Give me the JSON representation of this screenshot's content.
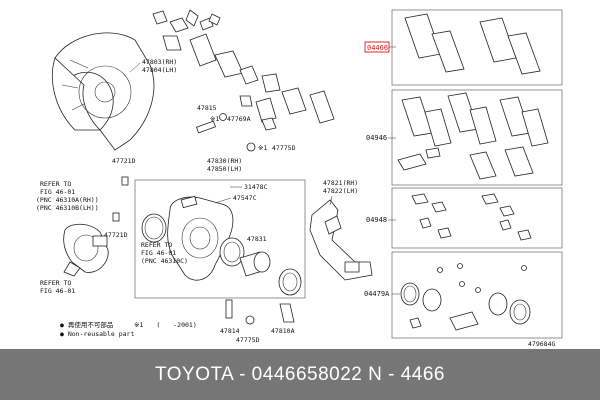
{
  "diagram": {
    "highlight_label": "04466",
    "labels": {
      "shield": "47803(RH)",
      "shield_lh": "47804(LH)",
      "guide_pin": "47815",
      "boot_ref": "※1",
      "boot": "47769A",
      "nut_ref": "※1",
      "bushing": "47775D",
      "bleeder": "47721D",
      "caliper": "47830(RH)",
      "caliper_lh": "47850(LH)",
      "cap": "31478C",
      "clip": "47547C",
      "piston": "47831",
      "mounting": "47821(RH)",
      "mounting_lh": "47822(LH)",
      "bleeder2": "47721D",
      "guide_pin2": "47814",
      "bushing2": "47775D",
      "boot2": "47810A",
      "kit_pads": "04946",
      "kit_hardware": "04948",
      "kit_seal": "04479A",
      "ref1": "REFER TO",
      "ref1b": "FIG 46-01",
      "ref1c": "(PNC 46310A(RH))",
      "ref1d": "(PNC 46310B(LH))",
      "ref2": "REFER TO",
      "ref2b": "FIG 46-01",
      "ref2c": "(PNC 46310C)",
      "ref3": "REFER TO",
      "ref3b": "FIG 46-01",
      "note1": "● 再使用不可部品",
      "note1b": "● Non-reusable part",
      "note2": "※1　　(　　-2001)",
      "diagram_code": "479684G"
    }
  },
  "footer": {
    "text": "TOYOTA - 0446658022     N - 4466"
  },
  "colors": {
    "footer_bg": "#767676",
    "highlight": "#e01010"
  }
}
